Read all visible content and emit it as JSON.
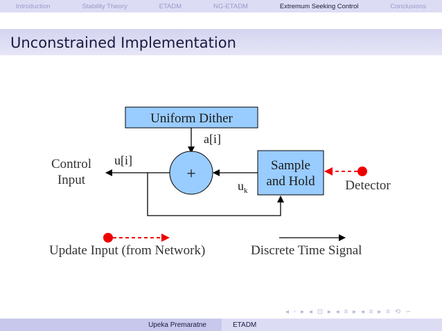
{
  "nav": {
    "items": [
      "Introduction",
      "Stability Theory",
      "ETADM",
      "NG-ETADM",
      "Extremum Seeking Control",
      "Conclusions"
    ],
    "active_index": 4
  },
  "slide": {
    "title": "Unconstrained Implementation"
  },
  "diagram": {
    "dither_label": "Uniform Dither",
    "a_label": "a[i]",
    "sum_symbol": "+",
    "u_label": "u[i]",
    "uk_main": "u",
    "uk_sub": "k",
    "sample_line1": "Sample",
    "sample_line2": "and Hold",
    "control_line1": "Control",
    "control_line2": "Input",
    "detector_label": "Detector",
    "legend_update": "Update Input (from  Network)",
    "legend_discrete": "Discrete Time Signal",
    "colors": {
      "block_fill": "#99ccff",
      "red": "#ee0000"
    }
  },
  "footer": {
    "author": "Upeka Premaratne",
    "short_title": "ETADM"
  }
}
